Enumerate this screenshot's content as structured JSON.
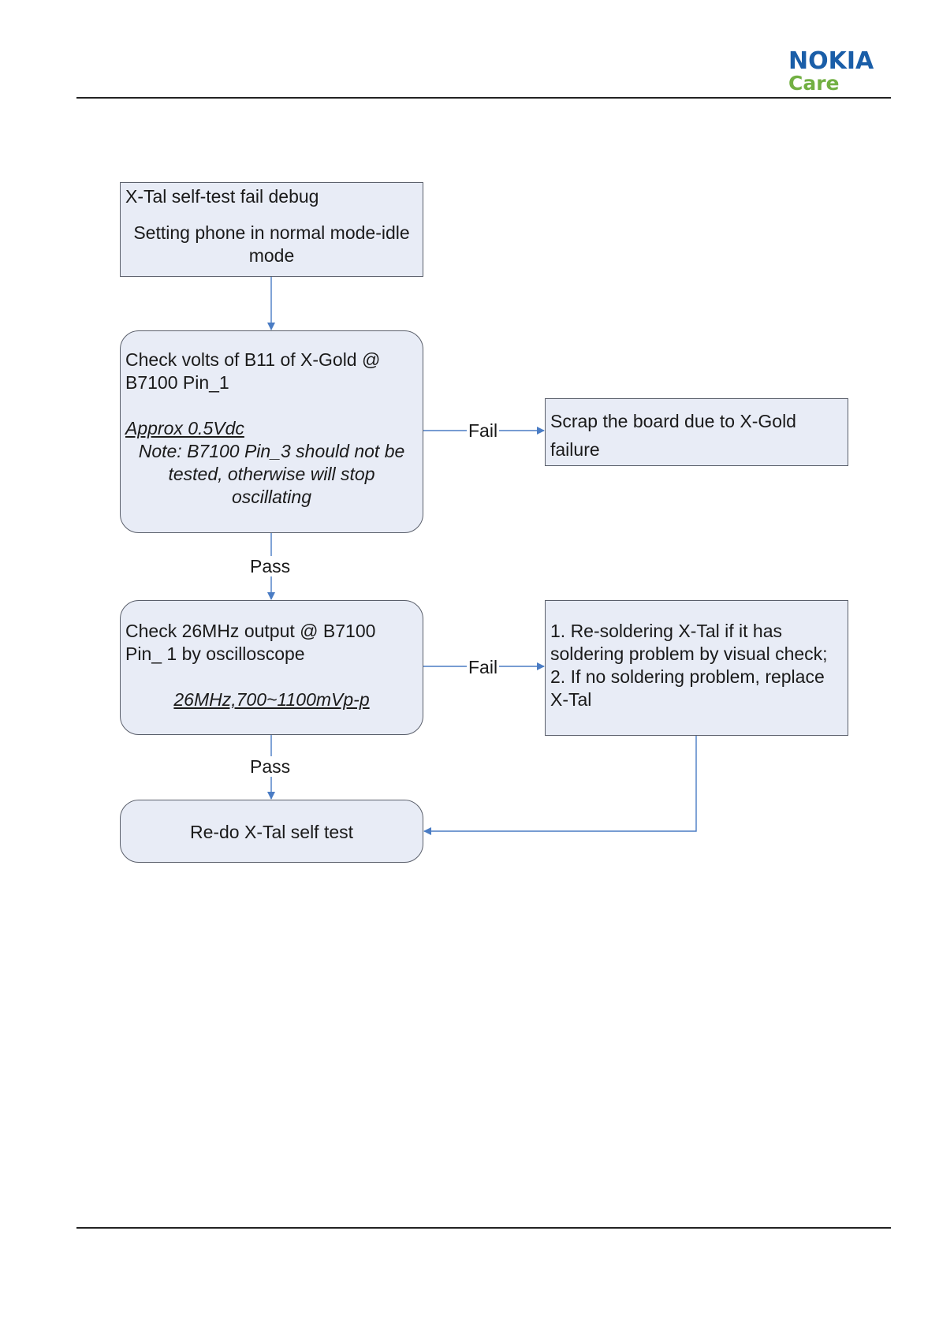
{
  "header": {
    "logo_brand": "NOKIA",
    "logo_sub": "Care"
  },
  "colors": {
    "node_fill": "#e8ecf6",
    "node_border": "#5a5f6b",
    "connector": "#4a7cc4",
    "brand_blue": "#1a5ea8",
    "brand_green": "#72b043"
  },
  "flowchart": {
    "nodes": {
      "start": {
        "title": "X-Tal self-test fail debug",
        "line1": "Setting phone in normal mode-idle",
        "line2": "mode"
      },
      "check_volts": {
        "line1": "Check volts of B11 of X-Gold @",
        "line2": "B7100 Pin_1",
        "value": "Approx 0.5Vdc",
        "note1": "Note: B7100 Pin_3 should not be",
        "note2": "tested, otherwise will stop",
        "note3": "oscillating"
      },
      "scrap": {
        "line1": "Scrap the board due to X-Gold",
        "line2": "failure"
      },
      "check_26mhz": {
        "line1": "Check 26MHz output @ B7100",
        "line2": "Pin_ 1 by oscilloscope",
        "value": "26MHz,700~1100mVp-p"
      },
      "resolder": {
        "line1": "1. Re-soldering X-Tal if it has",
        "line2": "soldering problem by visual check;",
        "line3": "2. If no soldering problem, replace",
        "line4": "X-Tal"
      },
      "redo": {
        "label": "Re-do X-Tal self test"
      }
    },
    "edges": {
      "fail1": "Fail",
      "fail2": "Fail",
      "pass1": "Pass",
      "pass2": "Pass"
    }
  }
}
